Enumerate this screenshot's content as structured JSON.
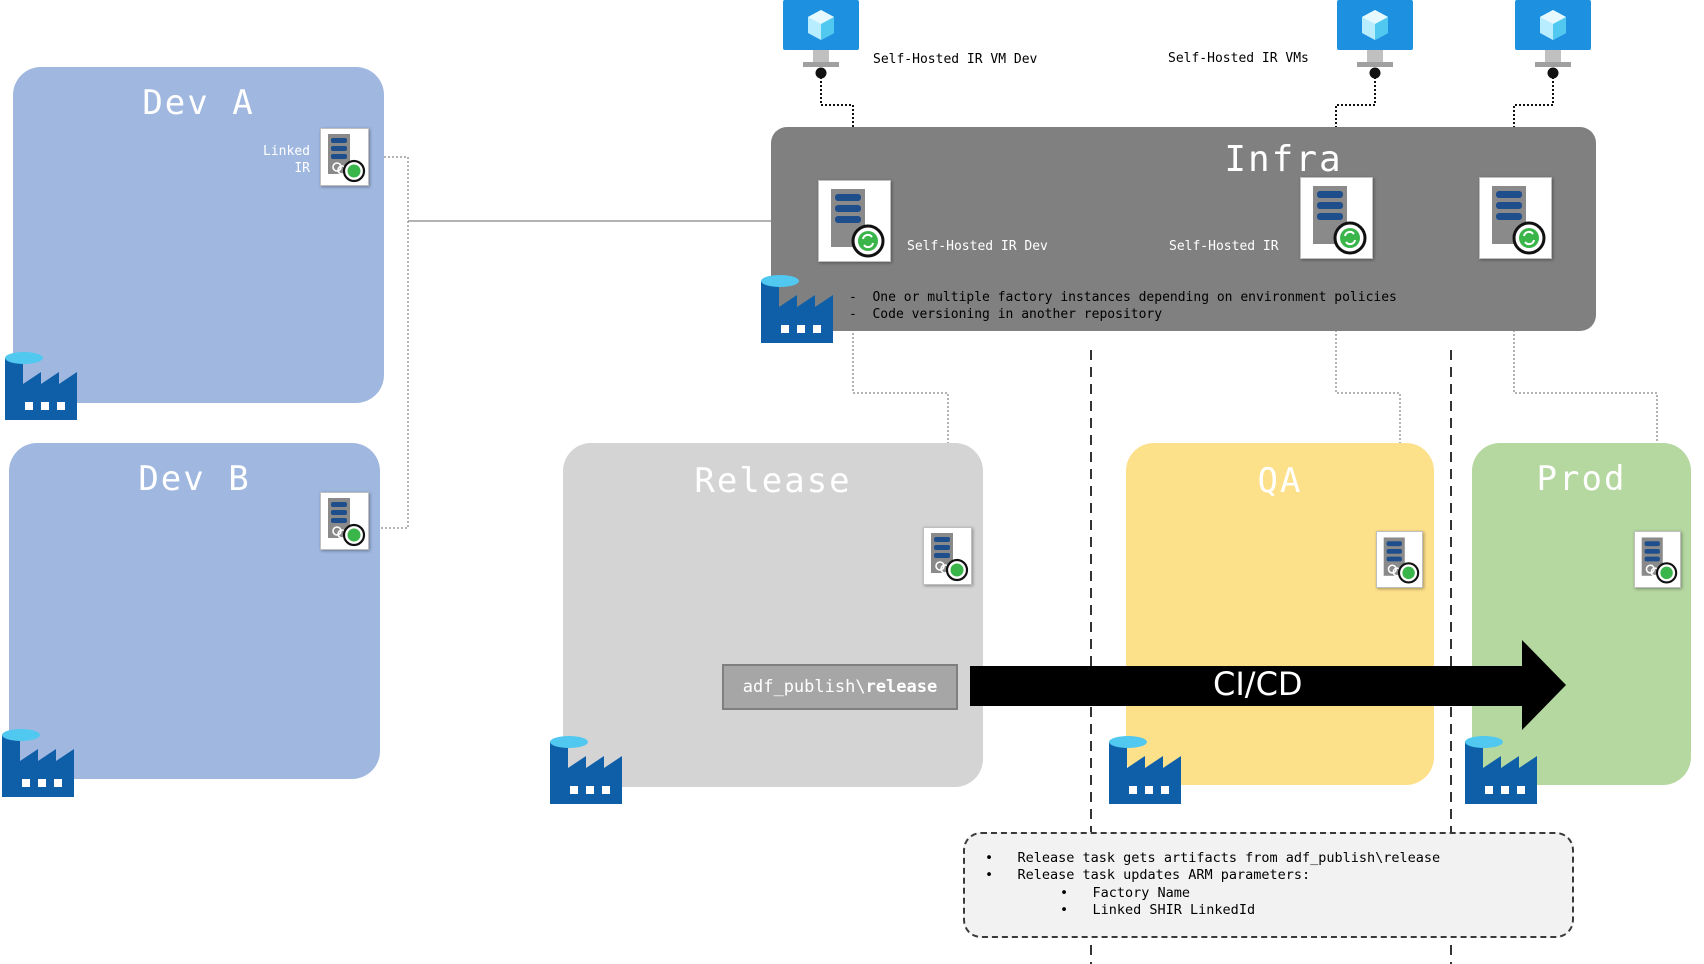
{
  "environments": {
    "dev_a": {
      "title": "Dev A",
      "linked_label_1": "Linked",
      "linked_label_2": "IR",
      "color": "#a0b8e0"
    },
    "dev_b": {
      "title": "Dev B",
      "color": "#a0b8e0"
    },
    "infra": {
      "title": "Infra",
      "color": "#808080",
      "shir_dev_label": "Self-Hosted IR Dev",
      "shir_label": "Self-Hosted IR",
      "bullets": [
        "One or multiple factory instances depending on environment policies",
        "Code versioning in another repository"
      ]
    },
    "release": {
      "title": "Release",
      "color": "#d4d4d4"
    },
    "qa": {
      "title": "QA",
      "color": "#fde08a"
    },
    "prod": {
      "title": "Prod",
      "color": "#b5d7a0"
    }
  },
  "vms": {
    "vm_dev_label": "Self-Hosted IR VM Dev",
    "vms_label": "Self-Hosted IR VMs"
  },
  "pipeline": {
    "publish_branch_prefix": "adf_publish\\",
    "publish_branch_bold": "release",
    "arrow_label": "CI/CD"
  },
  "notes": {
    "items": [
      "Release task gets artifacts from adf_publish\\release",
      "Release task updates ARM parameters:"
    ],
    "sub_items": [
      "Factory Name",
      "Linked SHIR LinkedId"
    ]
  },
  "icons": [
    "azure-vm-icon",
    "self-hosted-ir-icon",
    "linked-ir-icon",
    "data-factory-icon"
  ],
  "colors": {
    "azure_blue": "#0f5fa8",
    "vm_blue": "#1e90e0",
    "ir_green": "#3ab54a"
  }
}
